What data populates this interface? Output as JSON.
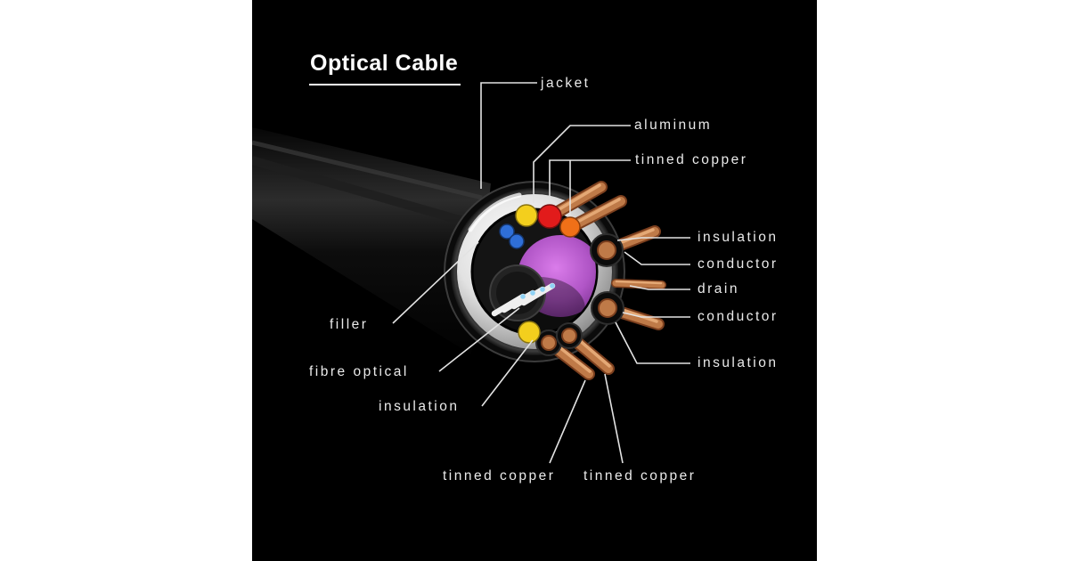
{
  "title": "Optical Cable",
  "labels": [
    {
      "name": "jacket",
      "text": "jacket"
    },
    {
      "name": "aluminum",
      "text": "aluminum"
    },
    {
      "name": "tinned-copper-top",
      "text": "tinned copper"
    },
    {
      "name": "insulation-upper-right",
      "text": "insulation"
    },
    {
      "name": "conductor-upper-right",
      "text": "conductor"
    },
    {
      "name": "drain",
      "text": "drain"
    },
    {
      "name": "conductor-lower-right",
      "text": "conductor"
    },
    {
      "name": "insulation-lower-right",
      "text": "insulation"
    },
    {
      "name": "filler",
      "text": "filler"
    },
    {
      "name": "fibre-optical",
      "text": "fibre optical"
    },
    {
      "name": "insulation-bottom",
      "text": "insulation"
    },
    {
      "name": "tinned-copper-bottom-left",
      "text": "tinned copper"
    },
    {
      "name": "tinned-copper-bottom-right",
      "text": "tinned copper"
    }
  ],
  "colors": {
    "page_margin": "#ffffff",
    "panel_background": "#000000",
    "title_text": "#ffffff",
    "label_text": "#eaeaea",
    "leader_line": "#e3e3e3",
    "jacket_black": "#0b0b0b",
    "aluminum_silver": "#d9d9d9",
    "filler_purple": "#b055c6",
    "copper": "#bf7a48",
    "wire_red": "#e21b1b",
    "wire_orange": "#f07018",
    "wire_yellow": "#f3cf1d",
    "wire_blue": "#2f6fd8",
    "fibre_white": "#f0f0f0"
  }
}
